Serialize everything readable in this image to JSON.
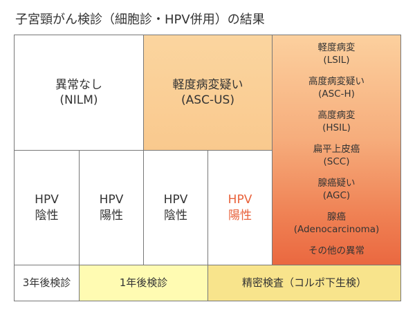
{
  "title": "子宮頸がん検診（細胞診・HPV併用）の結果",
  "cells": {
    "nilm": {
      "line1": "異常なし",
      "line2": "(NILM)"
    },
    "ascus": {
      "line1": "軽度病変疑い",
      "line2": "(ASC-US)"
    },
    "hpv_left_negative": {
      "line1": "HPV",
      "line2": "陰性"
    },
    "hpv_left_positive": {
      "line1": "HPV",
      "line2": "陽性"
    },
    "hpv_right_negative": {
      "line1": "HPV",
      "line2": "陰性"
    },
    "hpv_right_positive": {
      "line1": "HPV",
      "line2": "陽性"
    }
  },
  "severe_results": [
    {
      "name": "軽度病変",
      "code": "(LSIL)"
    },
    {
      "name": "高度病変疑い",
      "code": "(ASC-H)"
    },
    {
      "name": "高度病変",
      "code": "(HSIL)"
    },
    {
      "name": "扁平上皮癌",
      "code": "(SCC)"
    },
    {
      "name": "腺癌疑い",
      "code": "(AGC)"
    },
    {
      "name": "腺癌",
      "code": "(Adenocarcinoma)"
    },
    {
      "name": "その他の異常",
      "code": ""
    }
  ],
  "followup": {
    "three_year": "3年後検診",
    "one_year": "1年後検診",
    "detailed": "精密検査（コルポ下生検）"
  },
  "colors": {
    "ascus_fill": "#fbd59f",
    "severe_top": "#fcd09e",
    "severe_bottom": "#ea6840",
    "hpv_positive_text": "#e8613a",
    "one_year_fill": "#fffbb2",
    "detailed_fill": "#f8e48c"
  }
}
